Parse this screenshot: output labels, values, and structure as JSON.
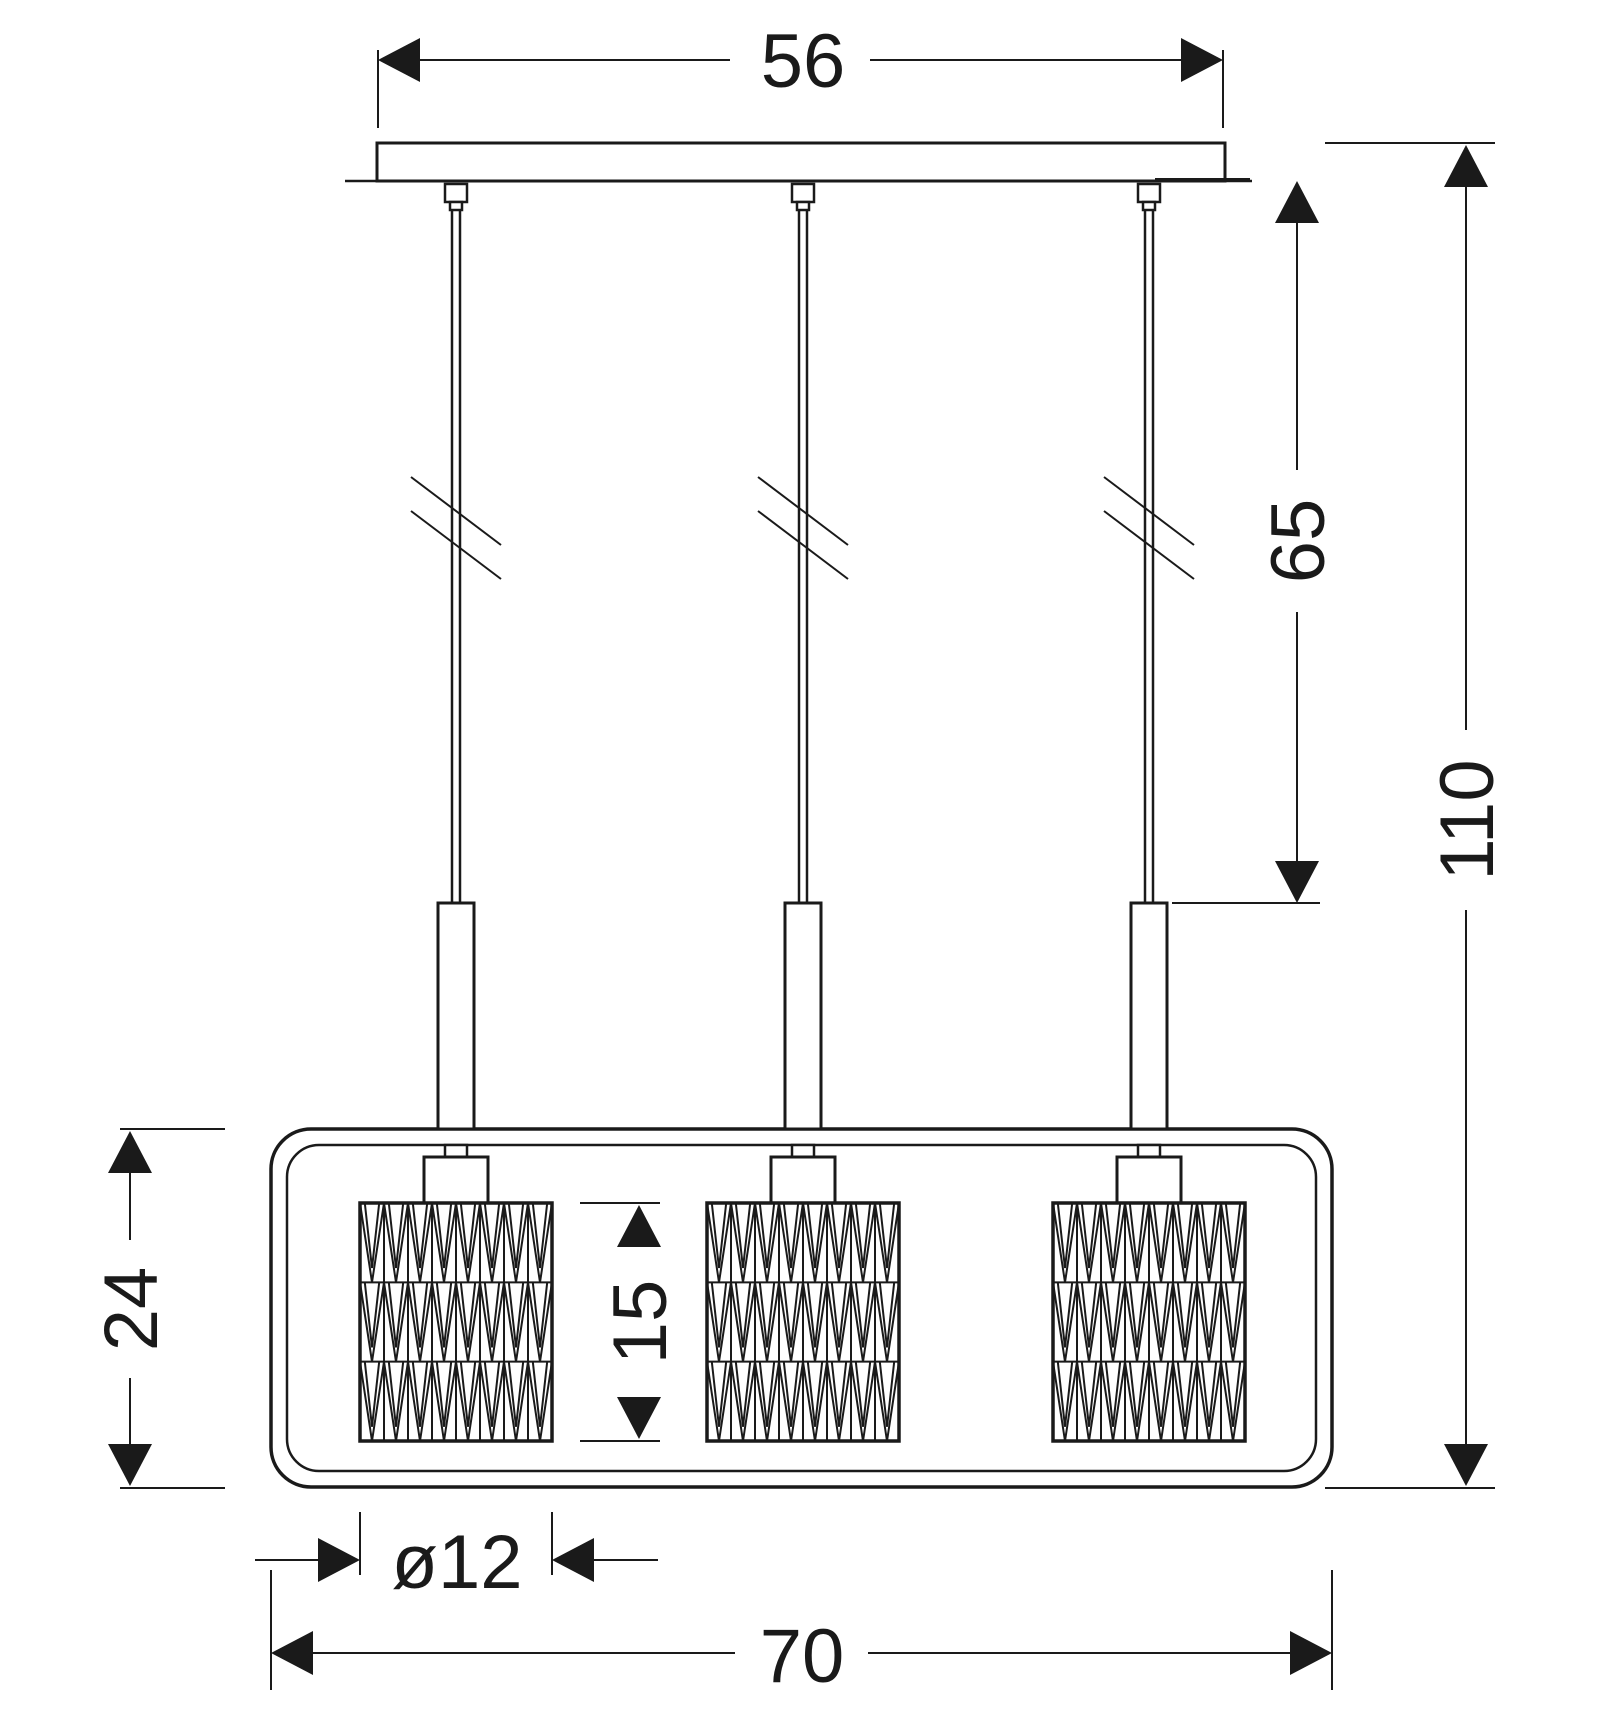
{
  "drawing": {
    "colors": {
      "line": "#1a1a1a",
      "background": "#ffffff"
    },
    "dimensions": {
      "canopy_width": "56",
      "suspension_length": "65",
      "total_height": "110",
      "frame_height": "24",
      "shade_height": "15",
      "shade_diameter": "ø12",
      "frame_width": "70"
    },
    "pendant_count": 3
  }
}
